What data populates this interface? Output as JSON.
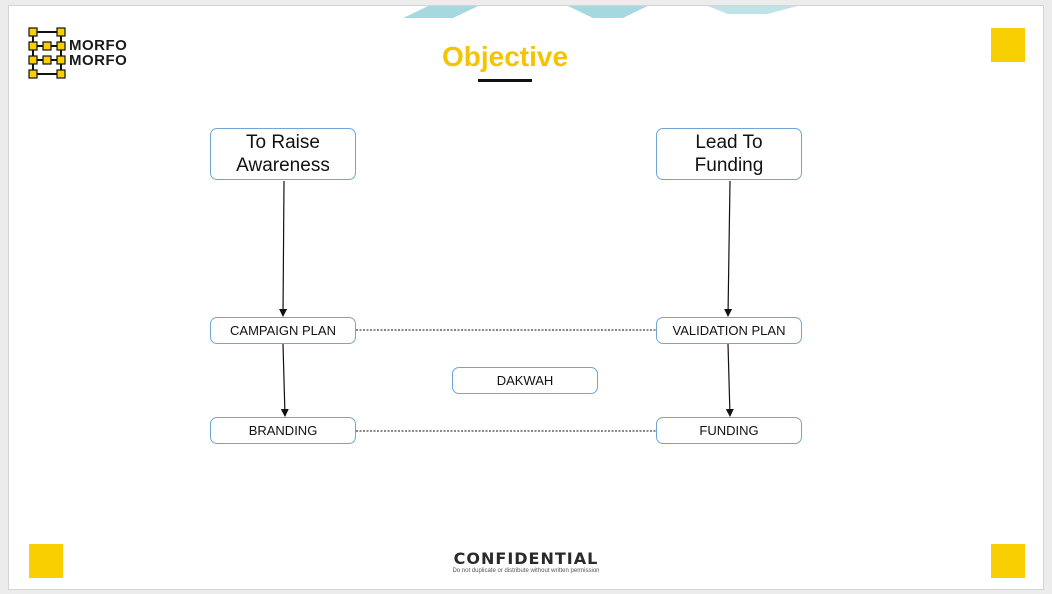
{
  "brand": {
    "logo_text_line1": "MORFO",
    "logo_text_line2": "MORFO",
    "accent_color": "#f8cf00"
  },
  "slide": {
    "title": "Objective",
    "title_color": "#f5c400"
  },
  "diagram": {
    "nodes": [
      {
        "id": "raise-awareness",
        "label": "To Raise\nAwareness"
      },
      {
        "id": "lead-to-funding",
        "label": "Lead To\nFunding"
      },
      {
        "id": "campaign-plan",
        "label": "CAMPAIGN PLAN"
      },
      {
        "id": "validation-plan",
        "label": "VALIDATION PLAN"
      },
      {
        "id": "dakwah",
        "label": "DAKWAH"
      },
      {
        "id": "branding",
        "label": "BRANDING"
      },
      {
        "id": "funding",
        "label": "FUNDING"
      }
    ],
    "edges": [
      {
        "from": "raise-awareness",
        "to": "campaign-plan",
        "style": "arrow"
      },
      {
        "from": "campaign-plan",
        "to": "branding",
        "style": "arrow"
      },
      {
        "from": "lead-to-funding",
        "to": "validation-plan",
        "style": "arrow"
      },
      {
        "from": "validation-plan",
        "to": "funding",
        "style": "arrow"
      },
      {
        "from": "campaign-plan",
        "to": "validation-plan",
        "style": "dotted"
      },
      {
        "from": "branding",
        "to": "funding",
        "style": "dotted"
      }
    ],
    "border_color": "#6fa6d6"
  },
  "footer": {
    "title": "CONFIDENTIAL",
    "subtitle": "Do not duplicate or distribute without written permission"
  }
}
